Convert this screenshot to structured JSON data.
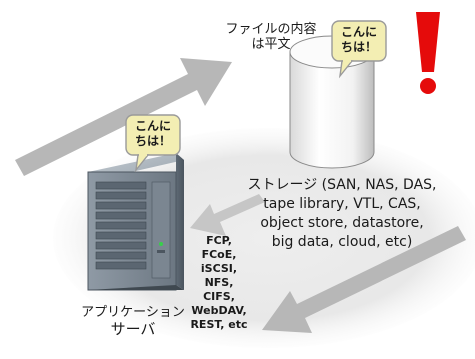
{
  "bubbles": {
    "server": {
      "line1": "こんに",
      "line2": "ちは！"
    },
    "storage": {
      "line1": "こんに",
      "line2": "ちは！"
    }
  },
  "labels": {
    "plaintext": {
      "line1": "ファイルの内容",
      "line2": "は平文"
    },
    "storage": {
      "title": "ストレージ (SAN, NAS, DAS,",
      "line2": "tape library, VTL, CAS,",
      "line3": "object store, datastore,",
      "line4": "big data, cloud, etc)"
    },
    "protocols": [
      "FCP,",
      "FCoE,",
      "iSCSI,",
      "NFS,",
      "CIFS,",
      "WebDAV,",
      "REST, etc"
    ],
    "app_server": {
      "line1": "アプリケーション",
      "line2": "サーバ"
    }
  },
  "colors": {
    "arrow_gray": "#b5b5b5",
    "ellipse_fill": "#ebebeb",
    "bubble_fill": "#f3eeb3",
    "bubble_border": "#9a9a9a",
    "alert_red": "#e50b0b",
    "server_body": "#7f8a95",
    "cylinder_light": "#f7f7f7",
    "cylinder_shade": "#cfcfcf"
  },
  "icons": {
    "server": "server-tower-icon",
    "storage": "storage-cylinder-icon",
    "alert": "exclamation-icon"
  }
}
